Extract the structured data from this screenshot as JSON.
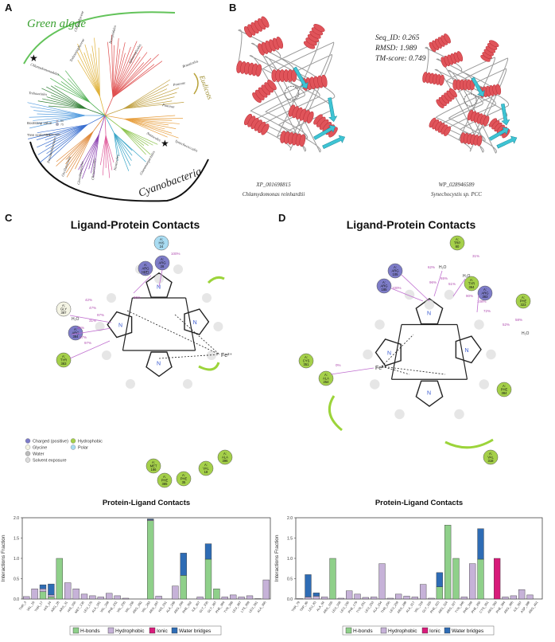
{
  "panels": {
    "a": "A",
    "b": "B",
    "c": "C",
    "d": "D"
  },
  "panel_a": {
    "green_algae": "Green algae",
    "cyanobacteria": "Cyanobacteria",
    "eudicots": "Eudicots",
    "clades": [
      "Chlorophyceae",
      "Trebouxiophyceae",
      "Bryopsidales",
      "Sphaeropleales",
      "Chlamydomonadales",
      "Poaceae",
      "Brassicales",
      "Trebouxiales",
      "Poaceae",
      "Nostocales",
      "Synechococcales",
      "Pseudanabaenales",
      "Oscillatoriales",
      "Nostocales",
      "Chroococcales",
      "Gloeobacterales",
      "Gloeomargaritales"
    ],
    "bootstrap_label": "Bootstrap value",
    "bootstrap_values": [
      "50",
      "75",
      "100"
    ],
    "tree_scale": "Tree scale: 0.1"
  },
  "panel_b": {
    "seq_id": "Seq_ID: 0.265",
    "rmsd": "RMSD: 1.989",
    "tm_score": "TM-score: 0.749",
    "left_id": "XP_001698815",
    "left_species": "Chlamydomonas reinhardtii",
    "right_id": "WP_028946589",
    "right_species": "Synechocystis sp. PCC"
  },
  "panel_c": {
    "title": "Ligand-Protein Contacts",
    "residues": [
      {
        "chain": "A:",
        "name": "HIS",
        "num": "24"
      },
      {
        "chain": "A:",
        "name": "ARG",
        "num": "28"
      },
      {
        "chain": "A:",
        "name": "ARG",
        "num": "27"
      },
      {
        "chain": "A:",
        "name": "GLY",
        "num": "387"
      },
      {
        "chain": "A:",
        "name": "ARG",
        "num": "384"
      },
      {
        "chain": "A:",
        "name": "TYR",
        "num": "383"
      },
      {
        "chain": "A:",
        "name": "MET",
        "num": "186"
      },
      {
        "chain": "A:",
        "name": "PHE",
        "num": "385"
      },
      {
        "chain": "A:",
        "name": "PHE",
        "num": "35"
      },
      {
        "chain": "A:",
        "name": "VAL",
        "num": "18"
      },
      {
        "chain": "A:",
        "name": "ALA",
        "num": "396"
      }
    ],
    "percents": [
      "96%",
      "100%",
      "97%",
      "42%",
      "47%",
      "31%",
      "36%",
      "57%",
      "97%"
    ],
    "h2o": "H₂O",
    "fe": "Fe²⁺",
    "legend": [
      "Charged (positive)",
      "Glycine",
      "Hydrophobic",
      "Polar",
      "Water",
      "Solvent exposure"
    ]
  },
  "panel_d": {
    "title": "Ligand-Protein Contacts",
    "residues": [
      {
        "chain": "A:",
        "name": "TRP",
        "num": "80"
      },
      {
        "chain": "A:",
        "name": "ARG",
        "num": "105"
      },
      {
        "chain": "A:",
        "name": "ARG",
        "num": "185"
      },
      {
        "chain": "A:",
        "name": "TYR",
        "num": "364"
      },
      {
        "chain": "A:",
        "name": "ARG",
        "num": "383"
      },
      {
        "chain": "A:",
        "name": "PHE",
        "num": "323"
      },
      {
        "chain": "A:",
        "name": "CYS",
        "num": "351"
      },
      {
        "chain": "A:",
        "name": "ALA",
        "num": "254"
      },
      {
        "chain": "A:",
        "name": "PHE",
        "num": "384"
      },
      {
        "chain": "A:",
        "name": "VAL",
        "num": "318"
      }
    ],
    "percents": [
      "62%",
      "65%",
      "96%",
      "51%",
      "100%",
      "31%",
      "90%",
      "108%",
      "72%",
      "52%",
      "58%",
      "0%"
    ],
    "h2o": "H₂O",
    "fe": "Fe²⁺"
  },
  "chart_data": [
    {
      "type": "bar",
      "title": "Protein-Ligand Contacts",
      "ylabel": "Interactions Fraction",
      "ylim": [
        0,
        2.0
      ],
      "yticks": [
        "0.0",
        "0.5",
        "1.0",
        "1.5",
        "2.0"
      ],
      "categories": [
        "THR_3",
        "VAL_16",
        "THR_17",
        "HIS_24",
        "ARG_28",
        "ARG_31",
        "HIS_100",
        "MET_130",
        "LEU_175",
        "ALA_181",
        "VAL_208",
        "PHE_232",
        "VAL_255",
        "VAL_256",
        "ARG_262",
        "VAL_263",
        "ARG_287",
        "HIS_291",
        "ALA_296",
        "ARG_299",
        "PHE_302",
        "ILE_307",
        "GLY_335",
        "GLY_367",
        "PHE_384",
        "TYR_386",
        "LEU_387",
        "LYS_389",
        "LEU_391",
        "ALA_395"
      ],
      "series": [
        {
          "name": "H-bonds",
          "color": "#8fd08a",
          "values": [
            0,
            0,
            0.18,
            0.05,
            1.0,
            0,
            0,
            0,
            0,
            0,
            0,
            0,
            0,
            0,
            0,
            1.93,
            0,
            0,
            0,
            0.58,
            0,
            0,
            0.98,
            0.25,
            0,
            0,
            0,
            0,
            0,
            0
          ]
        },
        {
          "name": "Hydrophobic",
          "color": "#c6b2d8",
          "values": [
            0.06,
            0.25,
            0.07,
            0.05,
            0,
            0.4,
            0.25,
            0.12,
            0.08,
            0.05,
            0.14,
            0.08,
            0.02,
            0,
            0,
            0.02,
            0.07,
            0,
            0.32,
            0,
            0,
            0.05,
            0,
            0,
            0.05,
            0.1,
            0.05,
            0.08,
            0.01,
            0.47
          ]
        },
        {
          "name": "Ionic",
          "color": "#d81b7a",
          "values": [
            0,
            0,
            0,
            0,
            0,
            0,
            0,
            0,
            0,
            0,
            0,
            0,
            0,
            0,
            0,
            0,
            0,
            0,
            0,
            0,
            0,
            0,
            0,
            0,
            0,
            0,
            0,
            0,
            0,
            0
          ]
        },
        {
          "name": "Water bridges",
          "color": "#2e6cb5",
          "values": [
            0,
            0,
            0.1,
            0.27,
            0,
            0,
            0,
            0,
            0,
            0,
            0,
            0,
            0,
            0,
            0,
            0.02,
            0,
            0,
            0,
            0.55,
            0,
            0,
            0.38,
            0,
            0,
            0,
            0,
            0,
            0,
            0
          ]
        }
      ],
      "legend": [
        "H-bonds",
        "Hydrophobic",
        "Ionic",
        "Water bridges"
      ]
    },
    {
      "type": "bar",
      "title": "Protein-Ligand Contacts",
      "ylabel": "Interactions Fraction",
      "ylim": [
        0,
        2.0
      ],
      "yticks": [
        "0.0",
        "0.5",
        "1.0",
        "1.5",
        "2.0"
      ],
      "categories": [
        "THR_79",
        "TRP_80",
        "LEU_83",
        "ALA_84",
        "ARG_105",
        "LEU_106",
        "LEU_150",
        "PHE_179",
        "TYR_251",
        "LEU_253",
        "ALA_254",
        "THR_255",
        "LEU_259",
        "ARG_288",
        "ALA_317",
        "VAL_318",
        "GLY_320",
        "PHE_323",
        "ARG_324",
        "ARG_327",
        "TYR_346",
        "PHE_348",
        "PHE_350",
        "CYS_351",
        "ARG_383",
        "PHE_384",
        "ARG_385",
        "ILE_387",
        "ASP_388",
        "ARG_401"
      ],
      "series": [
        {
          "name": "H-bonds",
          "color": "#8fd08a",
          "values": [
            0,
            0,
            0,
            0,
            1.0,
            0,
            0,
            0,
            0,
            0,
            0,
            0,
            0,
            0,
            0,
            0,
            0,
            0.3,
            1.82,
            1.0,
            0,
            0,
            0.98,
            0,
            0,
            0,
            0,
            0,
            0,
            0
          ]
        },
        {
          "name": "Hydrophobic",
          "color": "#c6b2d8",
          "values": [
            0.01,
            0.05,
            0.07,
            0.05,
            0,
            0.02,
            0.2,
            0.12,
            0.04,
            0.05,
            0.87,
            0.02,
            0.12,
            0.07,
            0.05,
            0.36,
            0.02,
            0,
            0,
            0,
            0.05,
            0.87,
            0,
            0,
            0,
            0.05,
            0.08,
            0.23,
            0.1,
            0
          ]
        },
        {
          "name": "Ionic",
          "color": "#d81b7a",
          "values": [
            0,
            0,
            0,
            0,
            0,
            0,
            0,
            0,
            0,
            0,
            0,
            0,
            0,
            0,
            0,
            0,
            0,
            0,
            0,
            0,
            0,
            0,
            0,
            0,
            1.0,
            0,
            0,
            0,
            0,
            0
          ]
        },
        {
          "name": "Water bridges",
          "color": "#2e6cb5",
          "values": [
            0,
            0.55,
            0.08,
            0,
            0,
            0,
            0,
            0,
            0,
            0,
            0,
            0,
            0,
            0,
            0,
            0,
            0,
            0.35,
            0,
            0,
            0,
            0,
            0.75,
            0,
            0,
            0,
            0,
            0,
            0,
            0
          ]
        }
      ],
      "legend": [
        "H-bonds",
        "Hydrophobic",
        "Ionic",
        "Water bridges"
      ]
    }
  ]
}
